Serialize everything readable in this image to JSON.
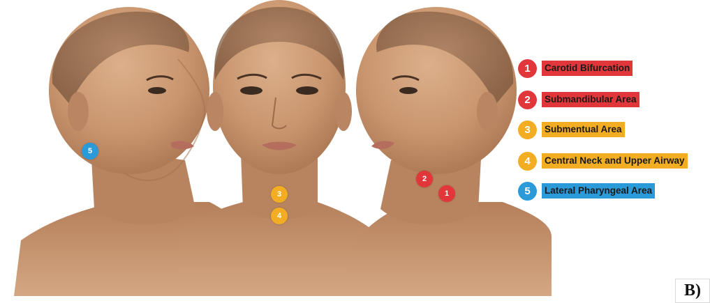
{
  "colors": {
    "red": "#e2373a",
    "orange": "#f3ad23",
    "blue": "#2b9ad9",
    "skin": "#c8946d",
    "skin_dark": "#a97552",
    "skin_light": "#dcb08b",
    "hair": "#6b4a35"
  },
  "legend": [
    {
      "number": "1",
      "label": "Carotid Bifurcation",
      "color": "#e2373a"
    },
    {
      "number": "2",
      "label": "Submandibular Area",
      "color": "#e2373a"
    },
    {
      "number": "3",
      "label": "Submentual Area",
      "color": "#f3ad23"
    },
    {
      "number": "4",
      "label": "Central Neck and Upper Airway",
      "color": "#f3ad23"
    },
    {
      "number": "5",
      "label": "Lateral Pharyngeal Area",
      "color": "#2b9ad9"
    }
  ],
  "markers": {
    "left_head": [
      {
        "number": "5",
        "color": "#2b9ad9"
      }
    ],
    "front_head": [
      {
        "number": "3",
        "color": "#f3ad23"
      },
      {
        "number": "4",
        "color": "#f3ad23"
      }
    ],
    "right_head": [
      {
        "number": "2",
        "color": "#e2373a"
      },
      {
        "number": "1",
        "color": "#e2373a"
      }
    ]
  },
  "heads": [
    "right-profile-view",
    "frontal-view",
    "left-profile-view"
  ],
  "panel_label": "B)"
}
